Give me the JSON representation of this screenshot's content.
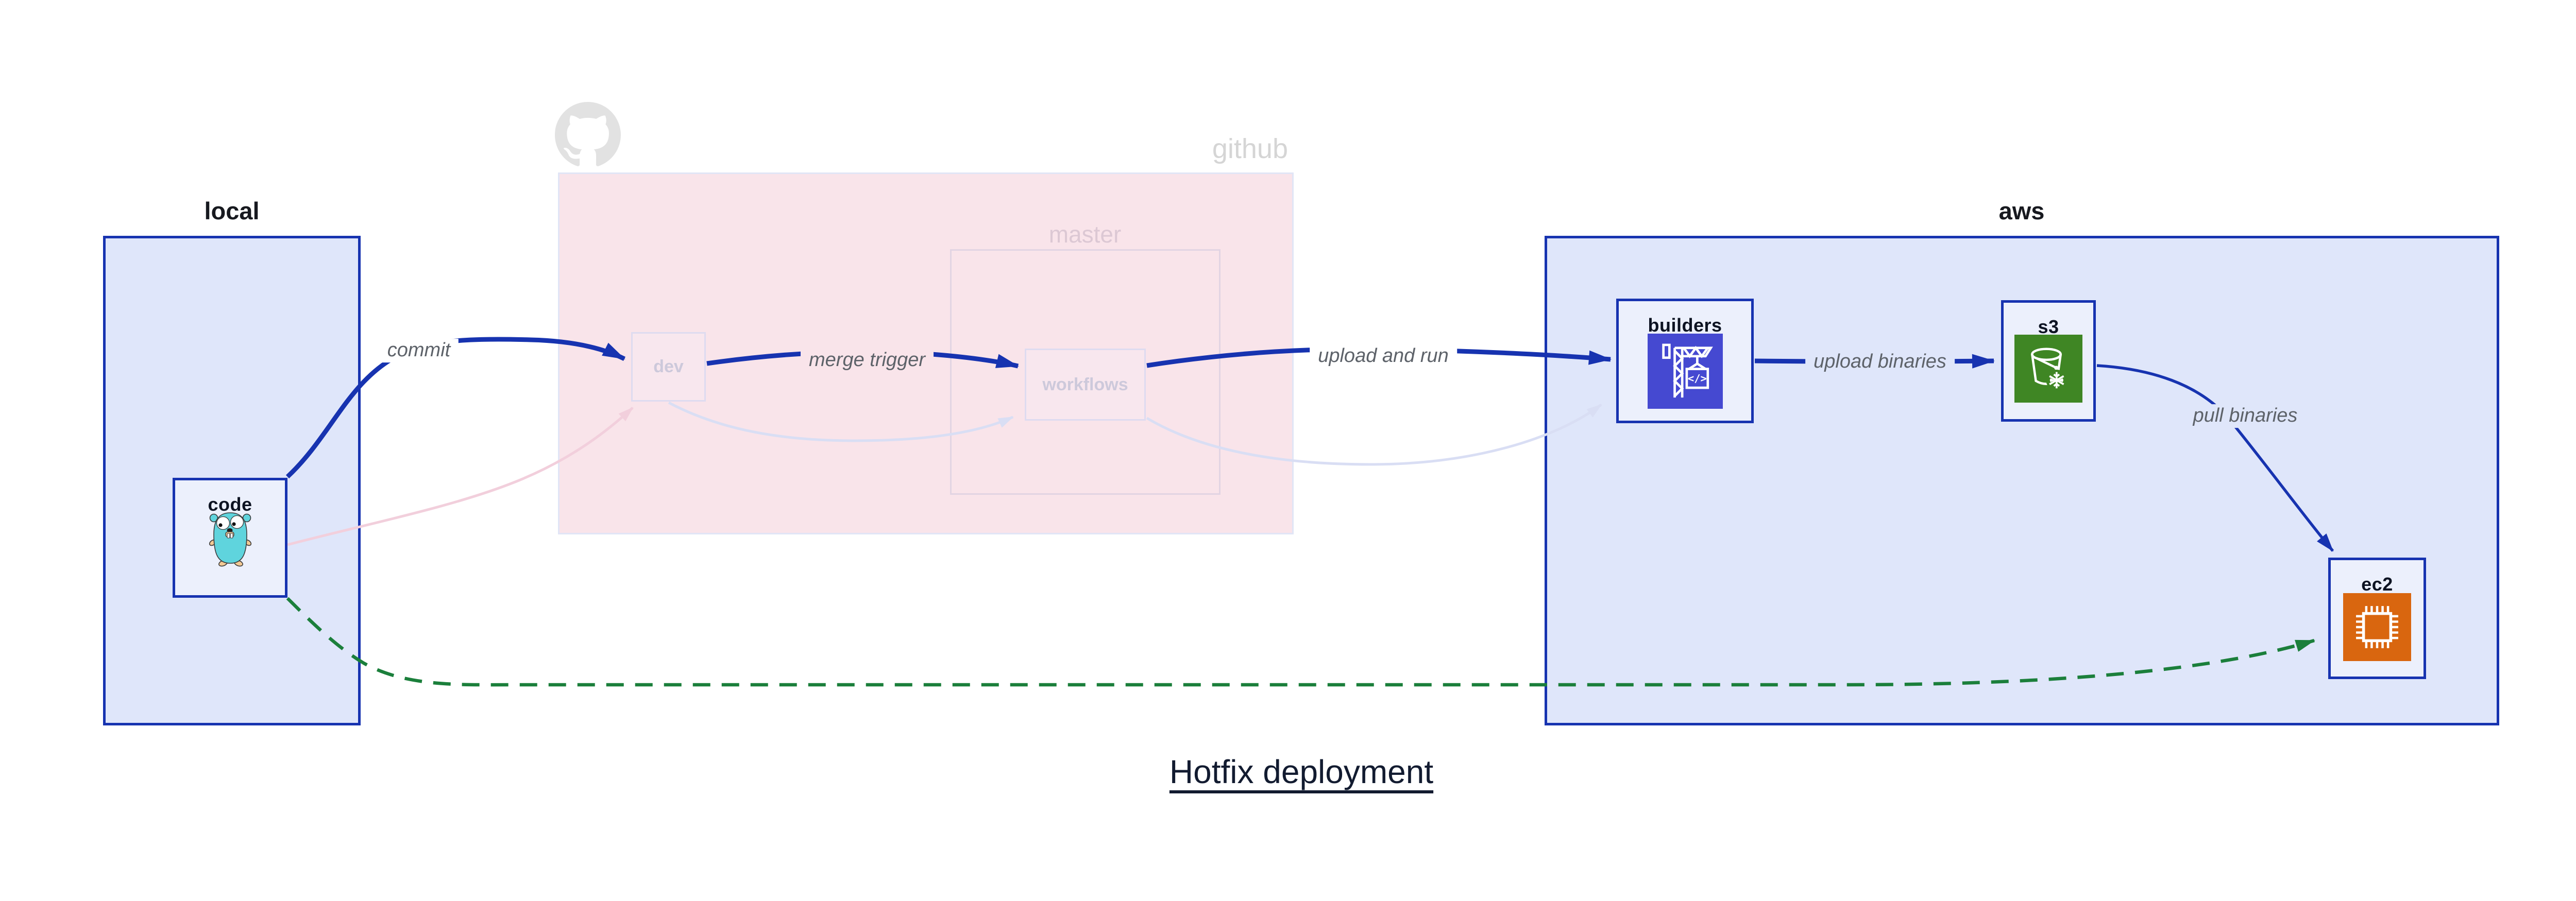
{
  "diagram": {
    "title": "Hotfix deployment",
    "clusters": {
      "local": {
        "label": "local"
      },
      "github": {
        "label": "github",
        "logo_icon": "github-octocat-icon",
        "master": {
          "label": "master"
        }
      },
      "aws": {
        "label": "aws"
      }
    },
    "nodes": {
      "code": {
        "label": "code",
        "icon": "go-gopher-icon"
      },
      "dev": {
        "label": "dev"
      },
      "workflows": {
        "label": "workflows"
      },
      "builders": {
        "label": "builders",
        "icon": "aws-codebuild-icon"
      },
      "s3": {
        "label": "s3",
        "icon": "aws-s3-glacier-bucket-icon"
      },
      "ec2": {
        "label": "ec2",
        "icon": "aws-ec2-chip-icon"
      }
    },
    "edges": {
      "commit": {
        "label": "commit",
        "style": "solid-blue",
        "from": "code",
        "to": "dev"
      },
      "merge_trigger": {
        "label": "merge trigger",
        "style": "solid-blue",
        "from": "dev",
        "to": "workflows"
      },
      "upload_and_run": {
        "label": "upload and run",
        "style": "solid-blue",
        "from": "workflows",
        "to": "builders"
      },
      "upload_binaries": {
        "label": "upload binaries",
        "style": "solid-blue",
        "from": "builders",
        "to": "s3"
      },
      "pull_binaries": {
        "label": "pull binaries",
        "style": "solid-blue-thin",
        "from": "s3",
        "to": "ec2"
      },
      "hotfix_path": {
        "style": "dashed-green",
        "from": "code",
        "to": "ec2"
      },
      "code_to_dev_faded": {
        "style": "faded-pink",
        "from": "code",
        "to": "dev"
      },
      "dev_to_workflows_faded": {
        "style": "faded-lavender",
        "from": "dev",
        "to": "workflows"
      },
      "workflows_to_builders_faded": {
        "style": "faded-lavender",
        "from": "workflows",
        "to": "builders"
      }
    },
    "colors": {
      "arrow_blue": "#1733b0",
      "box_border_blue": "#1733b0",
      "cluster_fill_blue": "#dfe6fa",
      "node_fill": "#ecf0fc",
      "github_fill_pink": "#f9e4ea",
      "faded_pink": "#f2cfdc",
      "faded_lavender": "#d9def4",
      "dashed_green": "#1b7f3b",
      "codebuild_icon_bg": "#4549d1",
      "s3_icon_bg": "#3f8624",
      "ec2_icon_bg": "#d9660f",
      "gopher_teal": "#5fd4dd",
      "muted_label_gray": "#d5d5d5",
      "edge_label_gray": "#5d6269"
    }
  }
}
